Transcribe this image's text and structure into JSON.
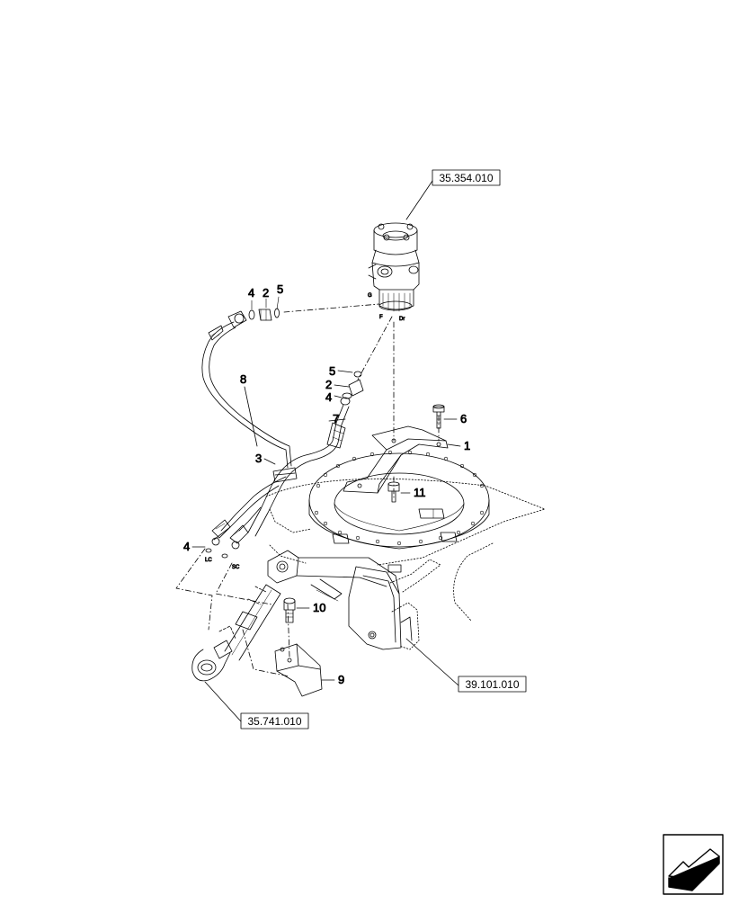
{
  "references": {
    "motor": "35.354.010",
    "frame": "39.101.010",
    "cylinder": "35.741.010"
  },
  "callouts": {
    "c1": "1",
    "c2a": "2",
    "c2b": "2",
    "c3": "3",
    "c4a": "4",
    "c4b": "4",
    "c4c": "4",
    "c5a": "5",
    "c5b": "5",
    "c6": "6",
    "c7": "7",
    "c8": "8",
    "c9": "9",
    "c10": "10",
    "c11": "11"
  },
  "port_labels": {
    "g": "G",
    "f": "F",
    "dr": "Dr",
    "lc": "LC",
    "sc": "SC"
  },
  "nav_icon": "next-page-arrow-icon"
}
